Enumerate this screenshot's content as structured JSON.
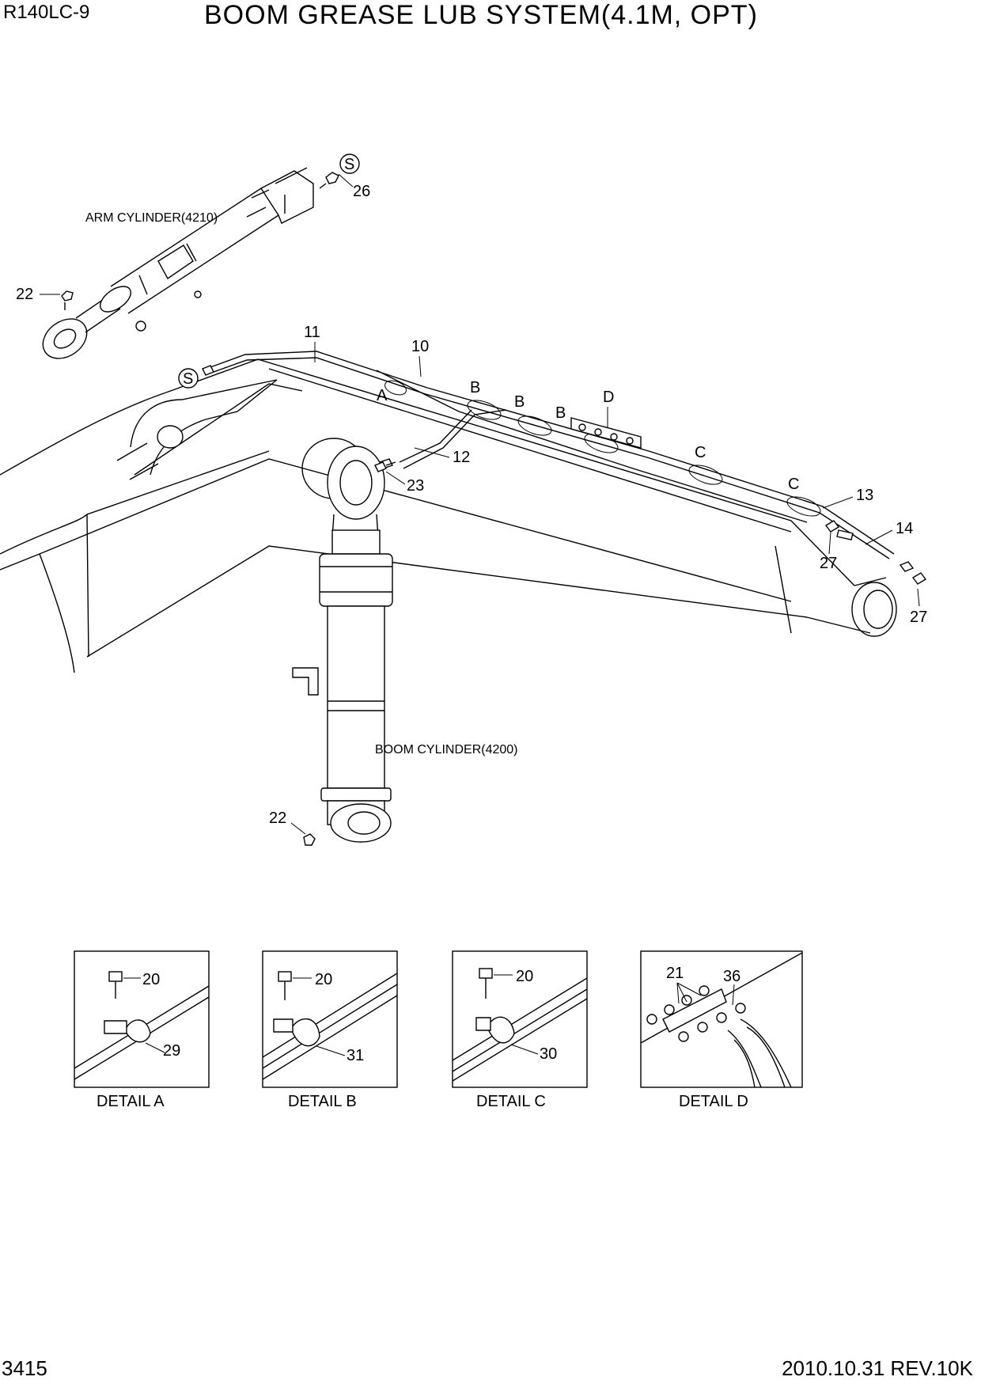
{
  "header": {
    "model": "R140LC-9",
    "title": "BOOM GREASE LUB SYSTEM(4.1M, OPT)"
  },
  "footer": {
    "page_number": "3415",
    "revision": "2010.10.31 REV.10K"
  },
  "component_labels": {
    "arm_cylinder": "ARM CYLINDER(4210)",
    "boom_cylinder": "BOOM CYLINDER(4200)"
  },
  "callouts": {
    "s_top": "S",
    "s_boom": "S",
    "p26": "26",
    "p22_arm": "22",
    "p11": "11",
    "p10": "10",
    "A": "A",
    "B1": "B",
    "B2": "B",
    "B3": "B",
    "D": "D",
    "p12": "12",
    "p23": "23",
    "C1": "C",
    "C2": "C",
    "p13": "13",
    "p14": "14",
    "p27a": "27",
    "p27b": "27",
    "p22_boom": "22"
  },
  "details": [
    {
      "caption": "DETAIL  A",
      "bolt_part": "20",
      "clamp_part": "29"
    },
    {
      "caption": "DETAIL  B",
      "bolt_part": "20",
      "clamp_part": "31"
    },
    {
      "caption": "DETAIL  C",
      "bolt_part": "20",
      "clamp_part": "30"
    },
    {
      "caption": "DETAIL  D",
      "fitting_part": "21",
      "connector_part": "36"
    }
  ]
}
